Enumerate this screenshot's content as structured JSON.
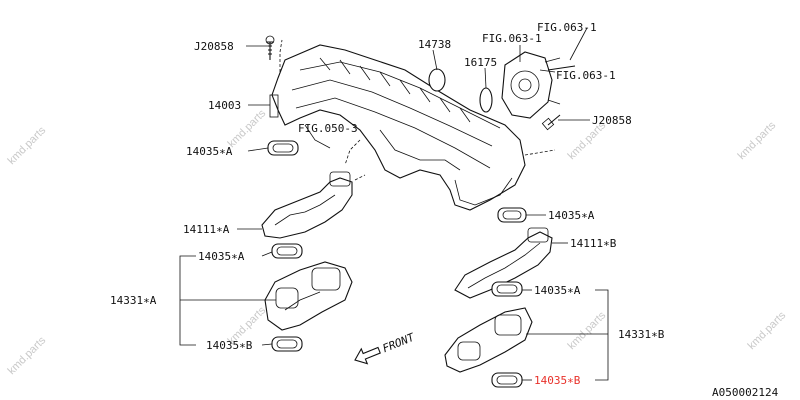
{
  "diagram": {
    "labels": {
      "j20858_top": "J20858",
      "p14738": "14738",
      "fig063_1a": "FIG.063-1",
      "fig063_1b": "FIG.063-1",
      "fig063_1c": "FIG.063-1",
      "p16175": "16175",
      "p14003": "14003",
      "j20858_right": "J20858",
      "fig050_3": "FIG.050-3",
      "p14035a_left": "14035∗A",
      "p14035a_mid": "14035∗A",
      "p14111a": "14111∗A",
      "p14111b": "14111∗B",
      "p14035a_lower_left": "14035∗A",
      "p14035a_lower_right": "14035∗A",
      "p14331a": "14331∗A",
      "p14331b": "14331∗B",
      "p14035b_left": "14035∗B",
      "p14035b_right": "14035∗B",
      "front": "FRONT",
      "diagram_id": "A050002124"
    },
    "watermark": "kmd.parts",
    "highlight_color": "#e8312a"
  }
}
